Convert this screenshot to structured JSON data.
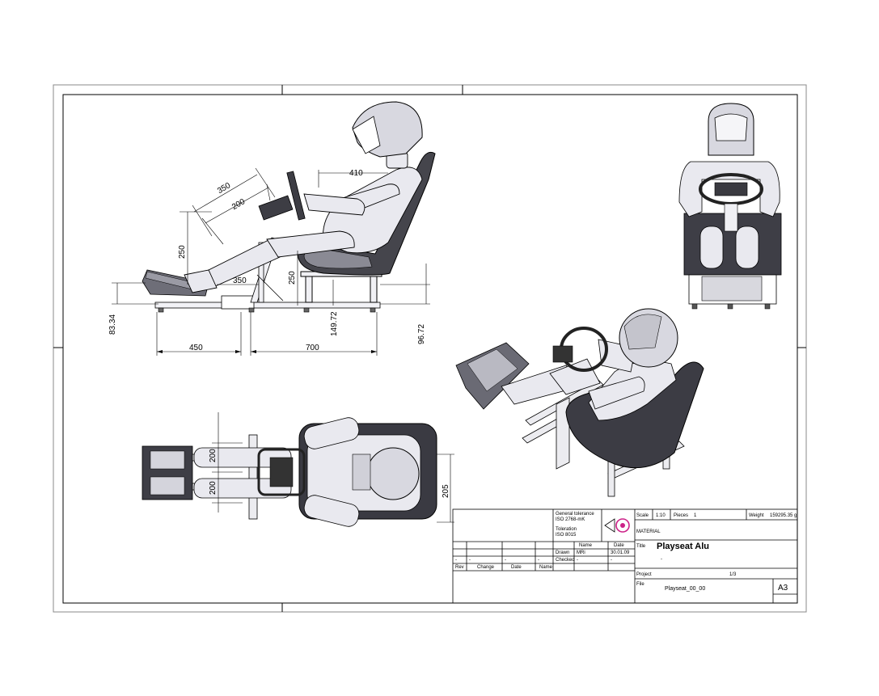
{
  "dimensions": {
    "side_350_top": "350",
    "side_200": "200",
    "side_410": "410",
    "side_250_left": "250",
    "side_350_mid": "350",
    "side_250_mid": "250",
    "side_83_34": "83.34",
    "side_149_72": "149.72",
    "side_96_72": "96.72",
    "side_450": "450",
    "side_700": "700",
    "top_200_a": "200",
    "top_200_b": "200",
    "top_205": "205"
  },
  "title_block": {
    "general_tolerance_label": "General tolerance",
    "general_tolerance_value": "ISO 2768-mK",
    "tolerance_label": "Toleration",
    "tolerance_value": "ISO 8015",
    "scale_label": "Scale",
    "scale_value": "1:10",
    "pieces_label": "Pieces",
    "pieces_value": "1",
    "weight_label": "Weight",
    "weight_value": "159295.35 g",
    "material_label": "MATERIAL",
    "title_label": "Title",
    "title_value": "Playseat Alu",
    "subtitle_value": "-",
    "project_label": "Project",
    "project_value": "1/3",
    "file_label": "File",
    "file_value": "Playseat_00_00",
    "sheet_size": "A3",
    "name_label": "Name",
    "date_label": "Date",
    "drawn_label": "Drawn",
    "drawn_name": "MRi",
    "drawn_date": "30.01.09",
    "checked_label": "Checked",
    "checked_name": "-",
    "checked_date": "-",
    "rev_label": "Rev",
    "change_label": "Change",
    "rev_date_label": "Date",
    "rev_name_label": "Name",
    "dash": "-"
  },
  "colors": {
    "line": "#000000",
    "body": "#e9e9ef",
    "body_shadow": "#b8b8c2",
    "seat": "#3a3a40",
    "logo": "#cc2288"
  }
}
